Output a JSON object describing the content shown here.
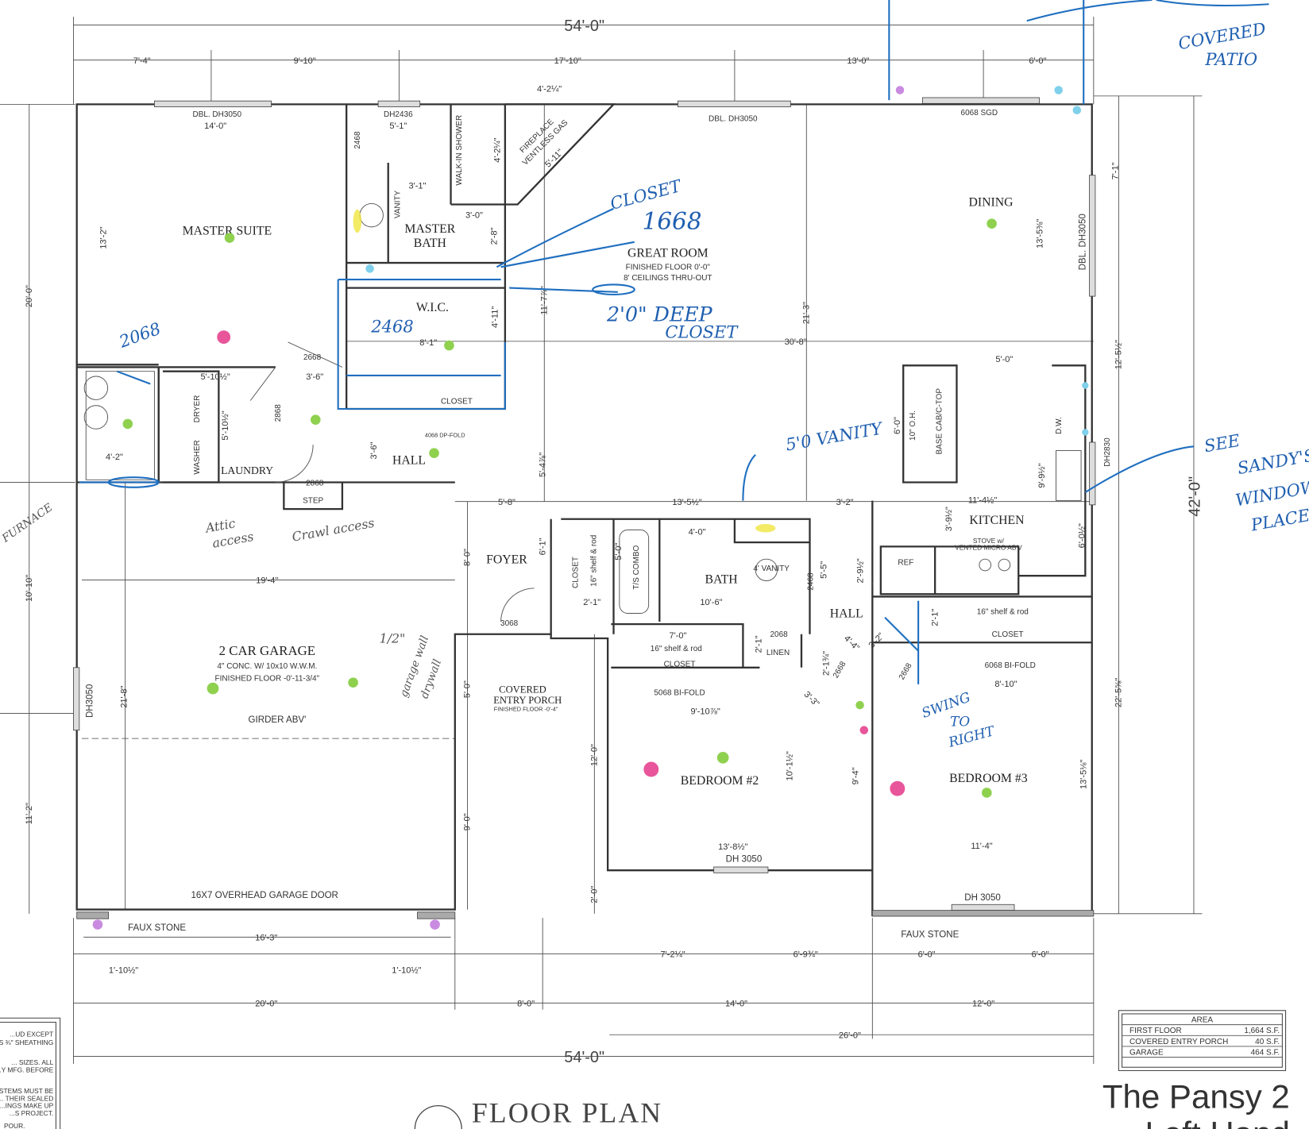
{
  "title": {
    "name": "The Pansy 2",
    "subtitle": "Left Hand",
    "plan_label": "FLOOR PLAN"
  },
  "area_table": {
    "header": "AREA",
    "rows": [
      {
        "label": "FIRST FLOOR",
        "value": "1,664 S.F."
      },
      {
        "label": "COVERED ENTRY PORCH",
        "value": "40 S.F."
      },
      {
        "label": "GARAGE",
        "value": "464 S.F."
      }
    ]
  },
  "notes": [
    "...UD EXCEPT",
    "...ES ¾\" SHEATHING",
    "... SIZES. ALL",
    "...Y MFG. BEFORE",
    "...STEMS MUST BE",
    "... THEIR SEALED",
    "...INGS MAKE UP",
    "...S PROJECT.",
    "POUR."
  ],
  "rooms": {
    "master_suite": "MASTER SUITE",
    "master_bath_1": "MASTER",
    "master_bath_2": "BATH",
    "wic": "W.I.C.",
    "great_room": "GREAT ROOM",
    "great_room_floor": "FINISHED FLOOR 0'-0\"",
    "great_room_ceiling": "8' CEILINGS THRU-OUT",
    "dining": "DINING",
    "kitchen": "KITCHEN",
    "hall_1": "HALL",
    "laundry": "LAUNDRY",
    "foyer": "FOYER",
    "bath": "BATH",
    "hall_2": "HALL",
    "garage": "2 CAR GARAGE",
    "garage_conc": "4\" CONC. W/ 10x10 W.W.M.",
    "garage_floor": "FINISHED FLOOR -0'-11-3/4\"",
    "porch_1": "COVERED",
    "porch_2": "ENTRY PORCH",
    "porch_floor": "FINISHED FLOOR -0'-4\"",
    "bedroom2": "BEDROOM #2",
    "bedroom3": "BEDROOM #3"
  },
  "labels": [
    "DBL. DH3050",
    "DH2436",
    "DBL. DH3050",
    "6068 SGD",
    "CLOSET",
    "CLOSET",
    "CLOSET",
    "LINEN",
    "2068",
    "16X7 OVERHEAD GARAGE DOOR",
    "FAUX STONE",
    "FAUX STONE",
    "GIRDER ABV'",
    "DH3050",
    "DBL. DH3050",
    "DH2830",
    "DH 3050",
    "DH 3050",
    "5068 BI-FOLD",
    "6068 BI-FOLD",
    "16\" shelf & rod",
    "16\" shelf & rod",
    "REF",
    "STOVE w/",
    "VENTED MICRO AB'V",
    "D.W.",
    "BASE CAB/C-TOP",
    "10\" O.H.",
    "4' VANITY",
    "VANITY",
    "T/S COMBO",
    "16\" shelf & rod",
    "CLOSET",
    "WALK-IN SHOWER",
    "FIREPLACE",
    "VENTLESS GAS",
    "3068",
    "2868",
    "STEP",
    "2668",
    "2868",
    "2468",
    "2468",
    "2668",
    "2668",
    "DRYER",
    "WASHER",
    "4068 DP-FOLD"
  ],
  "dims": [
    "54'-0\"",
    "7'-4\"",
    "9'-10\"",
    "17'-10\"",
    "13'-0\"",
    "6'-0\"",
    "4'-2¼\"",
    "14'-0\"",
    "5'-1\"",
    "3'-1\"",
    "3'-0\"",
    "2'-8\"",
    "4'-2¼\"",
    "5'-11\"",
    "13'-2\"",
    "20'-0\"",
    "10'-10\"",
    "11'-2\"",
    "42'-0\"",
    "7'-1\"",
    "13'-5⅜\"",
    "21'-3\"",
    "11'-7⅞\"",
    "4'-11\"",
    "30'-8\"",
    "8'-1\"",
    "5'-10½\"",
    "3'-6\"",
    "5'-10½\"",
    "3'-6\"",
    "5'-4⅞\"",
    "4'-2\"",
    "5'-8\"",
    "13'-5½\"",
    "3'-2\"",
    "11'-4½\"",
    "5'-0\"",
    "12'-5½\"",
    "6'-0\"",
    "9'-9½\"",
    "3'-9½\"",
    "6'-0½\"",
    "2'-9½\"",
    "19'-4\"",
    "8'-0\"",
    "6'-1\"",
    "4'-0\"",
    "5'-0\"",
    "5'-5\"",
    "10'-6\"",
    "2'-1\"",
    "7'-0\"",
    "2'-1\"",
    "2'-1\"",
    "2'-1¾\"",
    "4'-4\"",
    "3'-2\"",
    "3'-3\"",
    "8'-10\"",
    "9'-10⅞\"",
    "21'-8\"",
    "5'-0\"",
    "22'-5⅝\"",
    "12'-0\"",
    "10'-1½\"",
    "9'-4\"",
    "13'-5⅛\"",
    "9'-0\"",
    "13'-8½\"",
    "11'-4\"",
    "2'-0\"",
    "16'-3\"",
    "1'-10½\"",
    "1'-10½\"",
    "7'-2¼\"",
    "6'-9¾\"",
    "6'-0\"",
    "6'-0\"",
    "20'-0\"",
    "8'-0\"",
    "14'-0\"",
    "12'-0\"",
    "26'-0\"",
    "54'-0\""
  ],
  "handwritten": {
    "patio_1": "COVERED",
    "patio_2": "PATIO",
    "closet": "CLOSET",
    "closet_size": "1668",
    "deep_1": "2'0\" DEEP",
    "deep_2": "CLOSET",
    "note_2068": "2068",
    "note_2468": "2468",
    "vanity": "5'0 VANITY",
    "see_1": "SEE",
    "see_2": "SANDY'S",
    "see_3": "WINDOW",
    "see_4": "PLACE",
    "attic_1": "Attic",
    "attic_2": "access",
    "crawl": "Crawl access",
    "drywall_1": "1/2\"",
    "drywall_2": "garage wall",
    "drywall_3": "drywall",
    "swing_1": "SWING",
    "swing_2": "TO",
    "swing_3": "RIGHT",
    "furnace": "FURNACE"
  },
  "colors": {
    "ink": "#1f6fc0",
    "green_dot": "#8fd14f",
    "pink_dot": "#e8559a",
    "cyan_dot": "#7fd0ea",
    "yellow_mark": "#f0e640"
  }
}
